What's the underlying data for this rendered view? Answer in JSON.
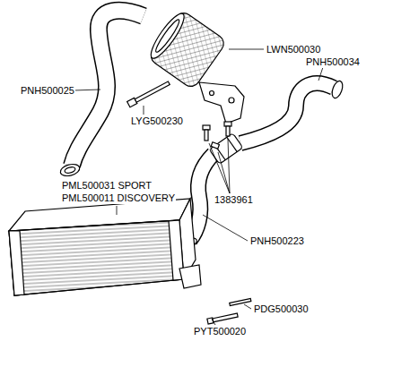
{
  "diagram": {
    "labels": [
      "PNH500025",
      "LYG500230",
      "LWN500030",
      "PNH500034",
      "1383961",
      "PML500031 SPORT",
      "PML500011 DISCOVERY",
      "PNH500223",
      "PDG500030",
      "PYT500020"
    ]
  }
}
